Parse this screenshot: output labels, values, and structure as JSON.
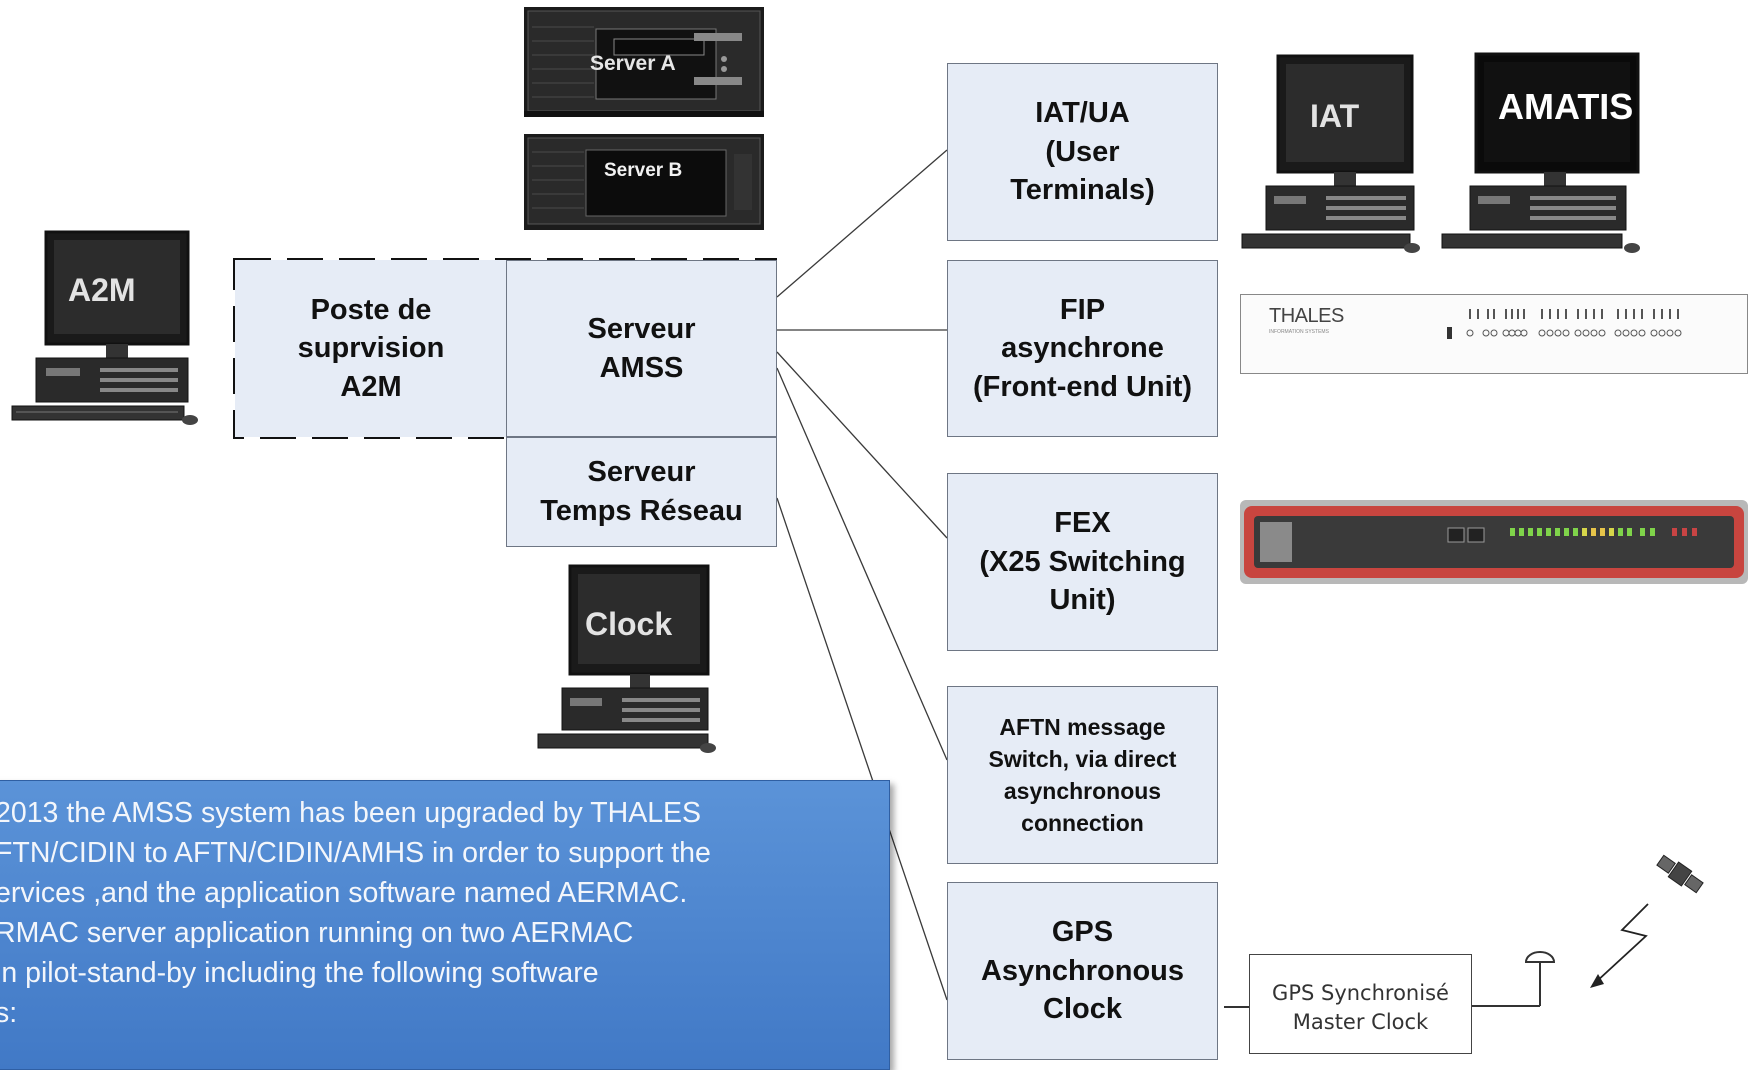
{
  "diagram": {
    "server_a_label": "Server A",
    "server_b_label": "Server B",
    "a2m_terminal_label": "A2M",
    "clock_terminal_label": "Clock",
    "iat_terminal_label": "IAT",
    "amatis_terminal_label": "AMATIS",
    "poste_label": "Poste de\nsuprvision\nA2M",
    "serveur_amss_label": "Serveur\nAMSS",
    "serveur_temps_label": "Serveur\nTemps Réseau",
    "iat_ua_label": "IAT/UA\n(User\nTerminals)",
    "fip_label": "FIP\nasynchrone\n(Front-end Unit)",
    "fex_label": "FEX\n(X25 Switching\nUnit)",
    "aftn_label": "AFTN message\nSwitch, via direct\nasynchronous\nconnection",
    "gps_label": "GPS\nAsynchronous\nClock",
    "thales_brand": "THALES",
    "thales_subtitle": "INFORMATION SYSTEMS",
    "gps_master_line1": "GPS Synchronisé",
    "gps_master_line2": "Master Clock"
  },
  "note": {
    "lines": [
      "2013  the AMSS system has been upgraded by THALES",
      "FTN/CIDIN  to  AFTN/CIDIN/AMHS in order to support  the",
      "ervices ,and the application software named AERMAC.",
      "RMAC server application running on two AERMAC",
      " in pilot-stand-by including the following software",
      "s:"
    ]
  },
  "colors": {
    "box_fill": "#e6ecf6",
    "box_border": "#6e7684",
    "note_fill": "#4a86d0",
    "note_text": "#f3f6fb",
    "fex_device": "#c8453f"
  }
}
